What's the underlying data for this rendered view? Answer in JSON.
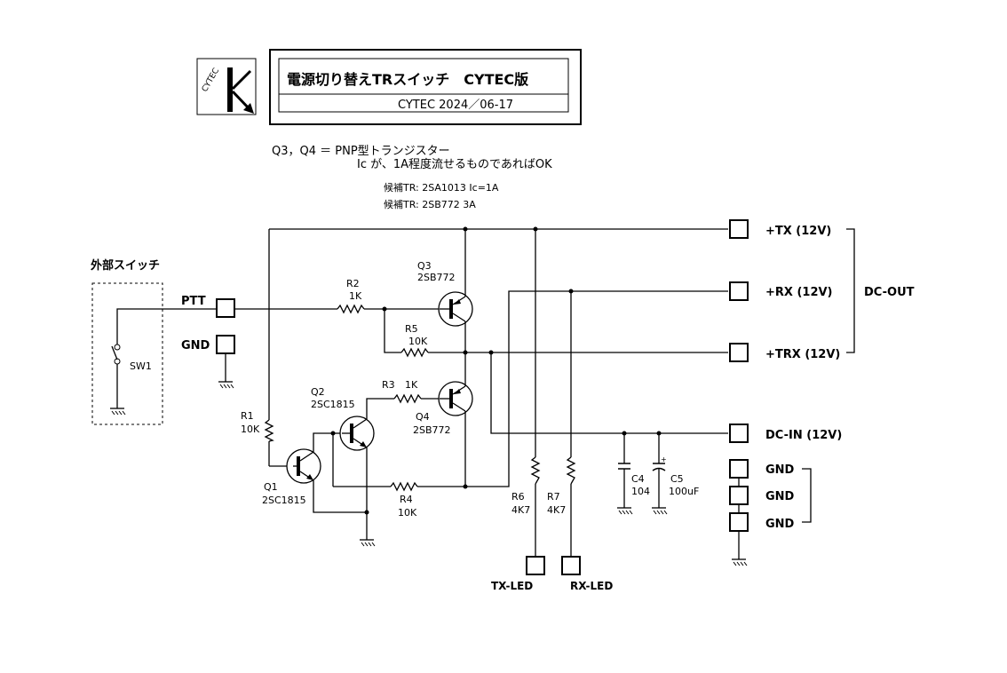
{
  "title_block": {
    "logo_text": "CYTEC",
    "title": "電源切り替えTRスイッチ　CYTEC版",
    "subtitle": "CYTEC 2024／06-17"
  },
  "notes": {
    "line1": "Q3，Q4 ＝ PNP型トランジスター",
    "line2": "Ic が、1A程度流せるものであればOK",
    "cand1": "候補TR: 2SA1013 Ic=1A",
    "cand2": "候補TR: 2SB772 3A"
  },
  "labels": {
    "ext_switch": "外部スイッチ",
    "ptt": "PTT",
    "gnd": "GND",
    "sw1": "SW1",
    "r1": "R1",
    "r1_val": "10K",
    "r2": "R2",
    "r2_val": "1K",
    "r3": "R3",
    "r3_val": "1K",
    "r4": "R4",
    "r4_val": "10K",
    "r5": "R5",
    "r5_val": "10K",
    "r6": "R6",
    "r6_val": "4K7",
    "r7": "R7",
    "r7_val": "4K7",
    "q1": "Q1",
    "q1_part": "2SC1815",
    "q2": "Q2",
    "q2_part": "2SC1815",
    "q3": "Q3",
    "q3_part": "2SB772",
    "q4": "Q4",
    "q4_part": "2SB772",
    "c4": "C4",
    "c4_val": "104",
    "c5": "C5",
    "c5_val": "100uF",
    "tx": "+TX (12V)",
    "rx": "+RX (12V)",
    "trx": "+TRX (12V)",
    "dc_out": "DC-OUT",
    "dc_in": "DC-IN (12V)",
    "gnd1": "GND",
    "gnd2": "GND",
    "gnd3": "GND",
    "tx_led": "TX-LED",
    "rx_led": "RX-LED"
  }
}
